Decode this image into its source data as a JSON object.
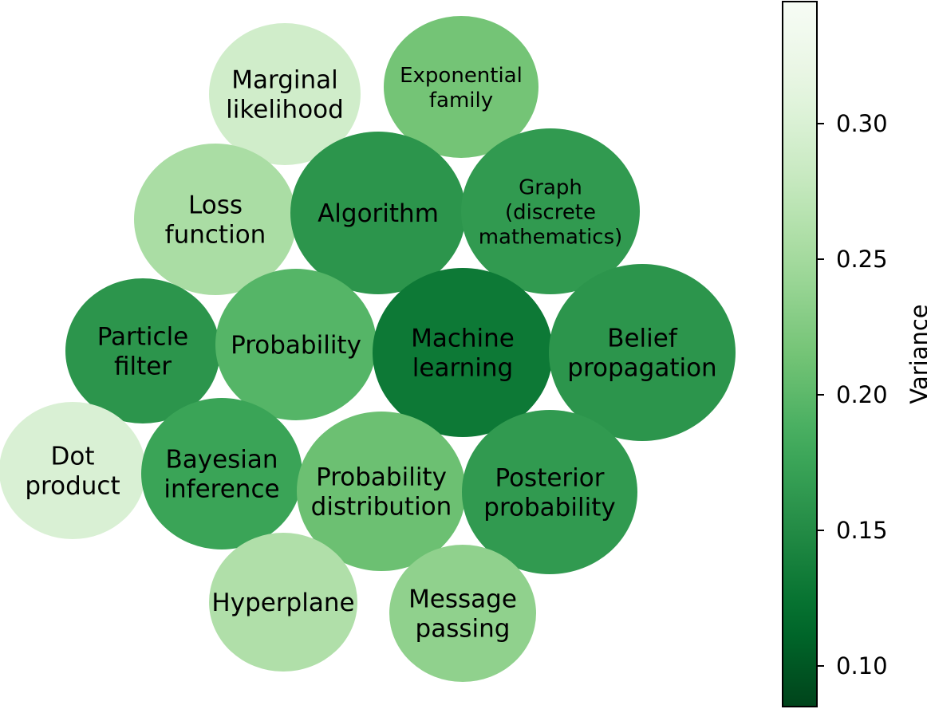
{
  "chart_data": {
    "type": "bubble",
    "colormap": "Greens_r",
    "colorbar": {
      "label": "Variance",
      "min": 0.085,
      "max": 0.345,
      "ticks": [
        "0.10",
        "0.15",
        "0.20",
        "0.25",
        "0.30"
      ],
      "tick_values": [
        0.1,
        0.15,
        0.2,
        0.25,
        0.3
      ]
    },
    "bubbles": [
      {
        "label": "Marginal\nlikelihood",
        "variance": 0.29
      },
      {
        "label": "Exponential\nfamily",
        "variance": 0.215
      },
      {
        "label": "Loss\nfunction",
        "variance": 0.255
      },
      {
        "label": "Algorithm",
        "variance": 0.16
      },
      {
        "label": "Graph\n(discrete\nmathematics)",
        "variance": 0.165
      },
      {
        "label": "Particle\nfilter",
        "variance": 0.16
      },
      {
        "label": "Probability",
        "variance": 0.195
      },
      {
        "label": "Machine\nlearning",
        "variance": 0.13
      },
      {
        "label": "Belief\npropagation",
        "variance": 0.16
      },
      {
        "label": "Dot\nproduct",
        "variance": 0.3
      },
      {
        "label": "Bayesian\ninference",
        "variance": 0.175
      },
      {
        "label": "Probability\ndistribution",
        "variance": 0.21
      },
      {
        "label": "Posterior\nprobability",
        "variance": 0.165
      },
      {
        "label": "Hyperplane",
        "variance": 0.26
      },
      {
        "label": "Message\npassing",
        "variance": 0.235
      }
    ]
  }
}
